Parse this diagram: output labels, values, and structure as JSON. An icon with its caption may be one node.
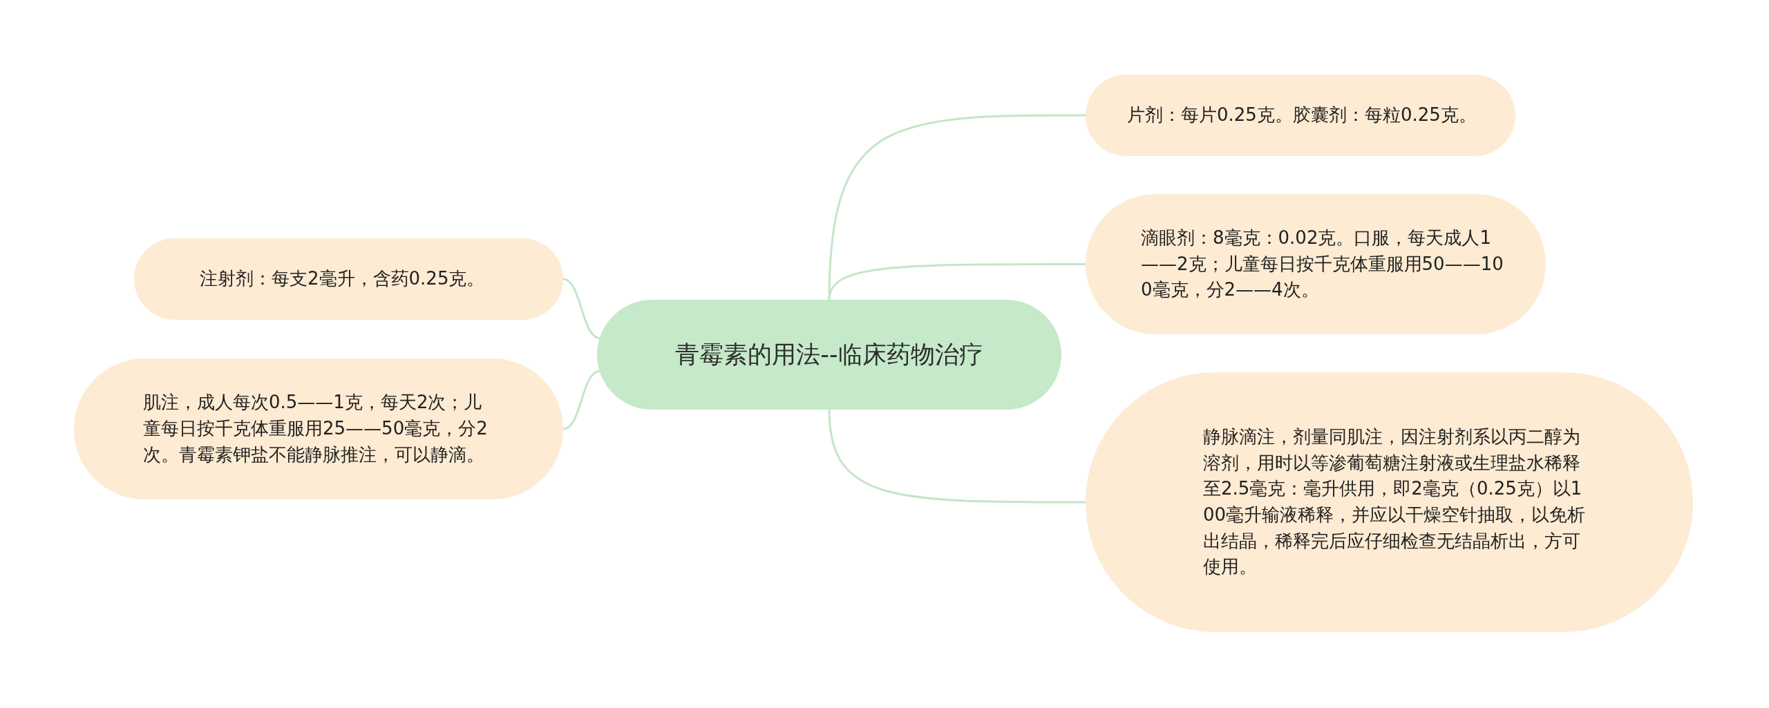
{
  "diagram": {
    "nodes": [
      {
        "text": [
          "青霉素的用法--临床药物治疗"
        ]
      },
      {
        "text": [
          "注射剂：每支2毫升，含药0.25克。"
        ]
      },
      {
        "text": [
          "肌注，成人每次0.5——1克，每天2次；儿童每日按千克体重服用25——50毫克，分2次。青霉素钾盐不能静脉推注，可以静滴。"
        ]
      },
      {
        "text": [
          "片剂：每片0.25克。胶囊剂：每粒0.25克。"
        ]
      },
      {
        "text": [
          "滴眼剂：8毫克：0.02克。口服，每天成人1——2克；儿童每日按千克体重服用50——100毫克，分2——4次。"
        ]
      },
      {
        "text": [
          "静脉滴注，剂量同肌注，因注射剂系以丙二醇为溶剂，用时以等渗葡萄糖注射液或生理盐水稀释至2.5毫克：毫升供用，即2毫克（0.25克）以100毫升输液稀释，并应以干燥空针抽取，以免析出结晶，稀释完后应仔细检查无结晶析出，方可使用。"
        ]
      }
    ],
    "edges": [
      {
        "from": 0,
        "to": 1,
        "arrow": "none"
      },
      {
        "from": 0,
        "to": 2,
        "arrow": "none"
      },
      {
        "from": 0,
        "to": 3,
        "arrow": "none"
      },
      {
        "from": 0,
        "to": 4,
        "arrow": "none"
      },
      {
        "from": 0,
        "to": 5,
        "arrow": "none"
      }
    ]
  }
}
